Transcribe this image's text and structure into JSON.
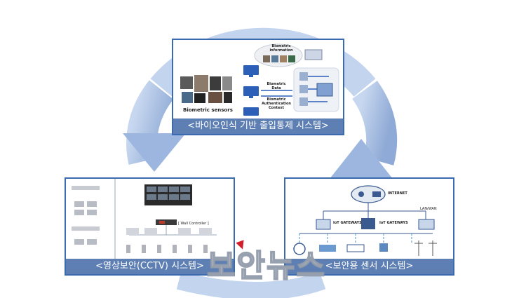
{
  "top_panel": {
    "caption": "<바이오인식 기반 출입통제 시스템>",
    "labels": {
      "bio_info": "Biometric information",
      "bio_data": "Biometric Data",
      "bio_context": "Biometric Authentication Context",
      "bio_sensors": "Biometric sensors"
    }
  },
  "left_panel": {
    "caption": "<영상보안(CCTV) 시스템>",
    "labels": {
      "wall_controller": "[ Wall Controller ]"
    }
  },
  "right_panel": {
    "caption": "<보안용 센서 시스템>",
    "labels": {
      "internet": "INTERNET",
      "lan_wan": "LAN/WAN",
      "iot_gateways_1": "IoT GATEWAYS",
      "iot_gateways_2": "IoT GATEWAYS"
    }
  },
  "watermark": {
    "text": "보안뉴스"
  },
  "colors": {
    "panel_border": "#3a6bb0",
    "caption_bg": "#5d7fb3",
    "cycle_arrow": "#a8c0e4"
  }
}
